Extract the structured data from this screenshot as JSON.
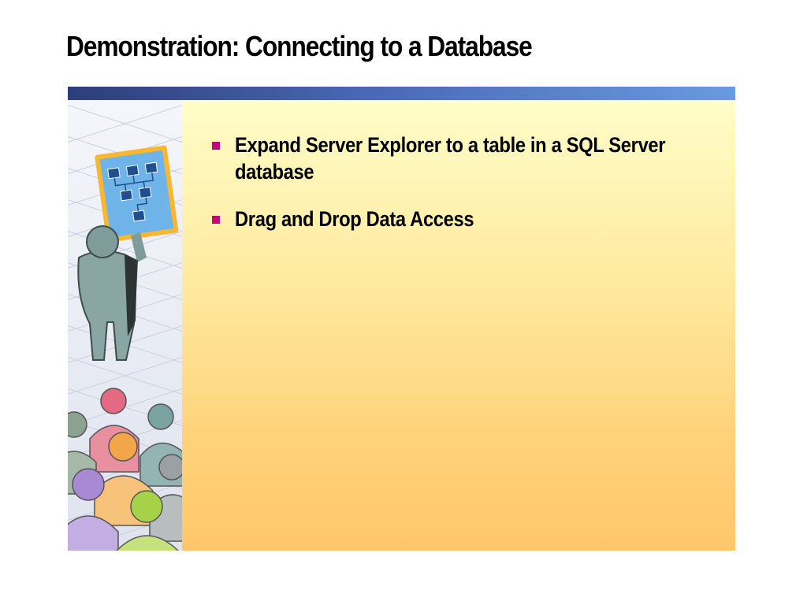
{
  "slide": {
    "title": "Demonstration: Connecting to a Database"
  },
  "bullets": [
    {
      "text": "Expand Server Explorer to a table in a SQL Server database"
    },
    {
      "text": "Drag and Drop Data Access"
    }
  ],
  "colors": {
    "bullet_marker": "#c8007a",
    "bar_dark": "#2c3e7a",
    "bar_light": "#6a9ae0",
    "panel_top": "#fffdc8",
    "panel_bottom": "#ffc66a"
  },
  "icons": {
    "illustration": "presenter-with-org-chart-and-audience"
  }
}
